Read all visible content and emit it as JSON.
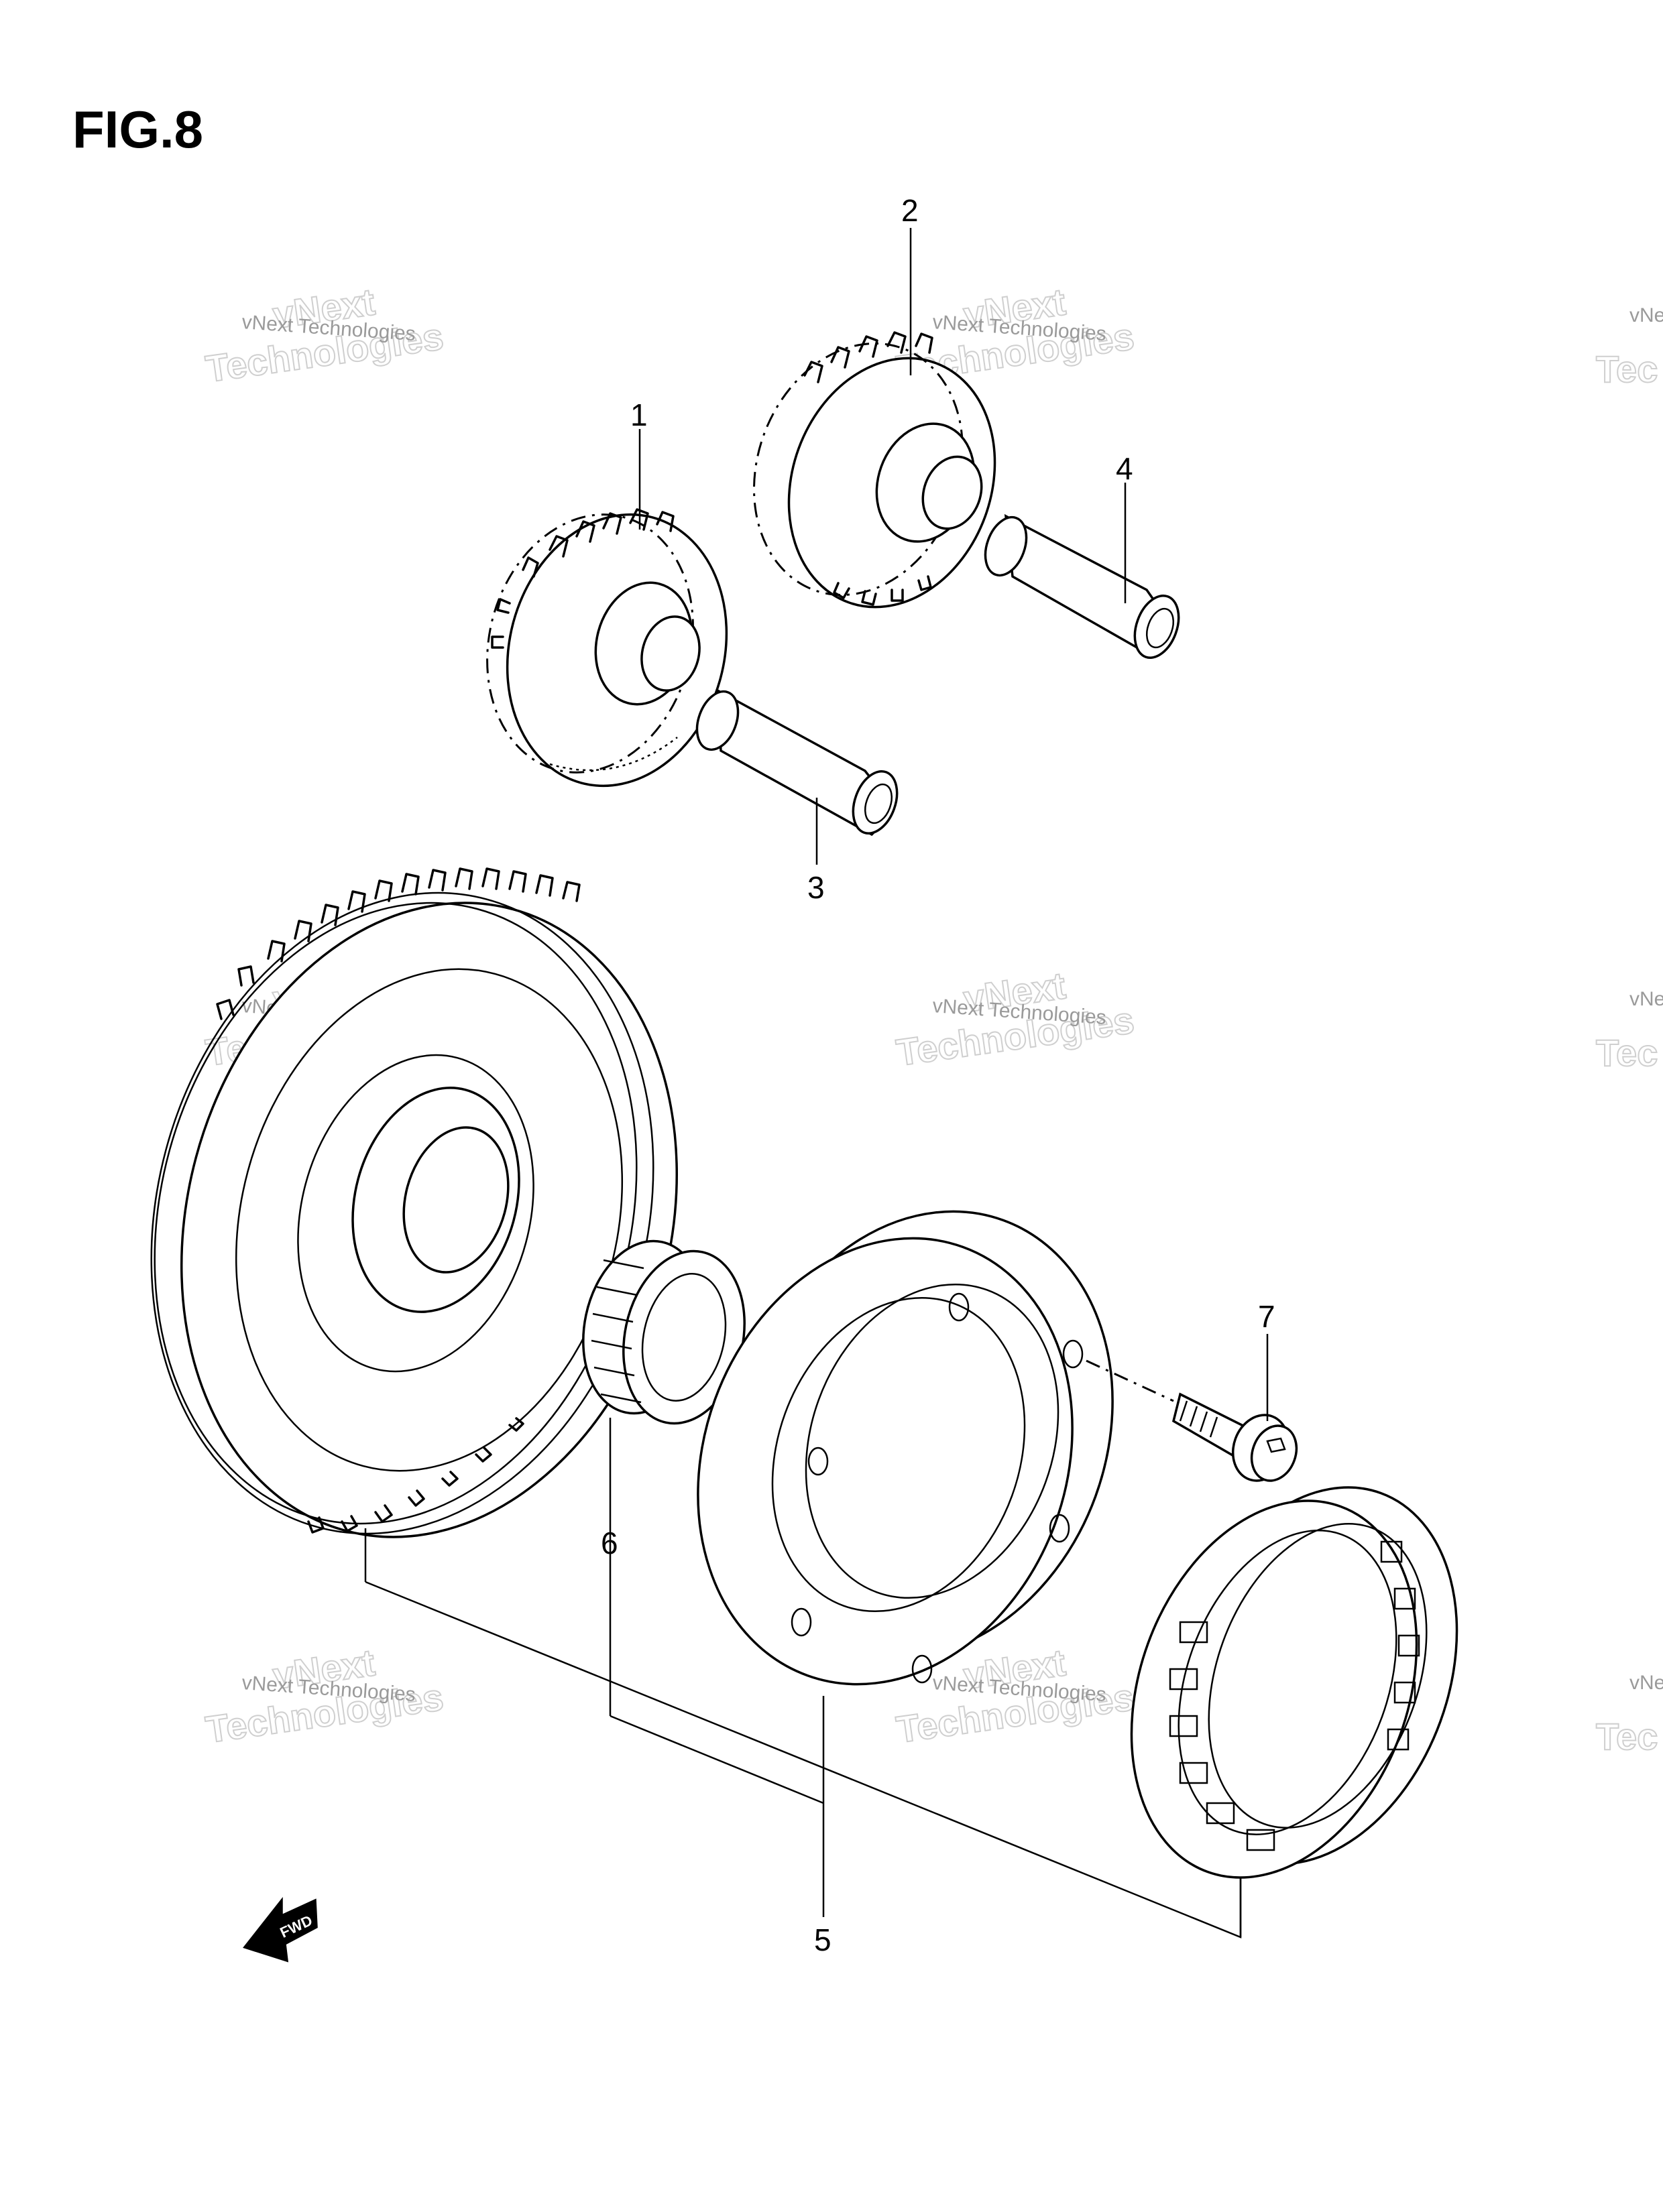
{
  "figure": {
    "title": "FIG.8"
  },
  "parts": [
    {
      "number": "1"
    },
    {
      "number": "2"
    },
    {
      "number": "3"
    },
    {
      "number": "4"
    },
    {
      "number": "5"
    },
    {
      "number": "6"
    },
    {
      "number": "7"
    }
  ],
  "direction_arrow": {
    "label": "FWD"
  },
  "watermark": {
    "line1": "vNext Technologies",
    "line2": "Technologies",
    "line3": "vNext",
    "line1_cut": "vNe",
    "line2_cut": "Tec"
  }
}
